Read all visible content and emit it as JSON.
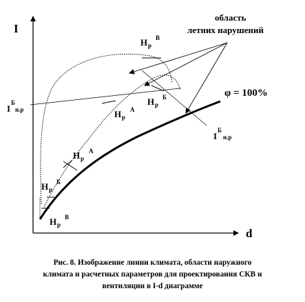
{
  "axes": {
    "y_label": "I",
    "x_label": "d"
  },
  "annotations": {
    "region_title_line1": "область",
    "region_title_line2": "летних нарушений",
    "phi": "φ = 100%",
    "isotherm_left": {
      "main": "I",
      "sub": "н.р",
      "sup": "Б"
    },
    "isotherm_right": {
      "main": "I",
      "sub": "н.р",
      "sup": "Б"
    }
  },
  "point_labels": [
    {
      "id": "hp-v-top",
      "main": "H",
      "sub": "р",
      "sup": "В"
    },
    {
      "id": "hp-b-mid",
      "main": "H",
      "sub": "р",
      "sup": "Б"
    },
    {
      "id": "hp-a-mid",
      "main": "H",
      "sub": "р",
      "sup": "А"
    },
    {
      "id": "hp-a-low",
      "main": "H",
      "sub": "р",
      "sup": "А"
    },
    {
      "id": "hp-b-low",
      "main": "H",
      "sub": "р",
      "sup": "Б"
    },
    {
      "id": "hp-v-bottom",
      "main": "H",
      "sub": "р",
      "sup": "В"
    }
  ],
  "caption": {
    "line1": "Рис. 8. Изображение линии климата, области наружного",
    "line2": "климата и расчетных параметров для проектирования СКВ и",
    "line3": "вентиляции в I-d диаграмме"
  }
}
